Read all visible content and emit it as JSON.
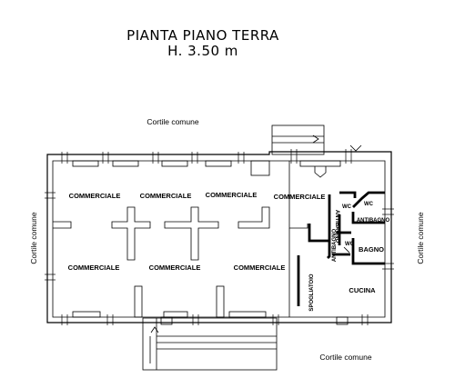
{
  "drawing": {
    "title_line1": "PIANTA PIANO TERRA",
    "title_line2": "H. 3.50 m"
  },
  "exterior_labels": {
    "top": "Cortile comune",
    "left": "Cortile comune",
    "right": "Cortile comune",
    "bottom": "Cortile comune"
  },
  "rooms": {
    "commerciale_1": "COMMERCIALE",
    "commerciale_2": "COMMERCIALE",
    "commerciale_3": "COMMERCIALE",
    "commerciale_4": "COMMERCIALE",
    "commerciale_5": "COMMERCIALE",
    "commerciale_6": "COMMERCIALE",
    "commerciale_7": "COMMERCIALE",
    "wc_1": "WC",
    "wc_2": "WC",
    "wc_3": "WC",
    "antibagno_1": "ANTIBAGNO",
    "antibagno_2": "ANTIBAGNO",
    "antibagno_3": "ANTIBAGNO",
    "bagno": "BAGNO",
    "spogliatoio": "SPOGLIATOIO",
    "cucina": "CUCINA"
  },
  "colors": {
    "ink": "#000000",
    "paper": "#ffffff"
  }
}
